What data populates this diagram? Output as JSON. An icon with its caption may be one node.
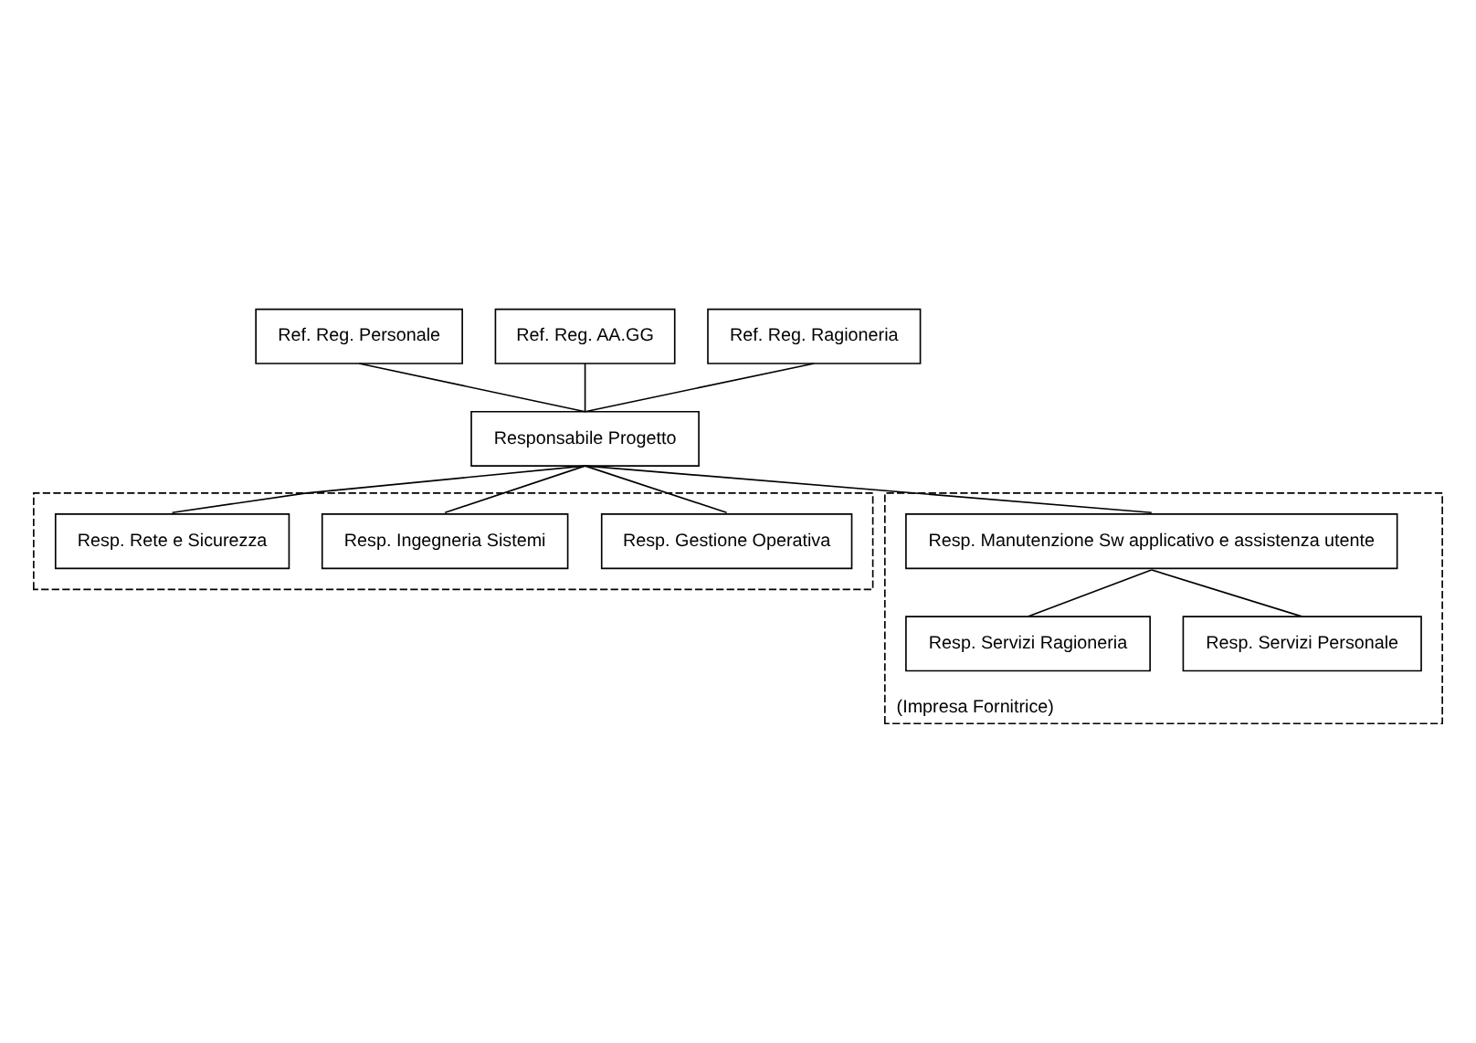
{
  "diagram": {
    "nodes": [
      {
        "text": [
          "Ref. Reg. Personale"
        ]
      },
      {
        "text": [
          "Ref. Reg. AA.GG"
        ]
      },
      {
        "text": [
          "Ref. Reg. Ragioneria"
        ]
      },
      {
        "text": [
          "Responsabile Progetto"
        ]
      },
      {
        "text": [],
        "shape": "box"
      },
      {
        "text": [
          "Resp. Gestione Operativa"
        ],
        "in": 4
      },
      {
        "text": [
          "Resp. Ingegneria Sistemi"
        ],
        "in": 4
      },
      {
        "text": [
          "Resp. Rete e Sicurezza"
        ],
        "in": 4
      },
      {
        "text": [
          "(Impresa Fornitrice)"
        ]
      },
      {
        "text": [
          "Resp. Manutenzione Sw applicativo e assistenza utente"
        ],
        "in": 8
      },
      {
        "text": [
          "Resp. Servizi Ragioneria"
        ],
        "in": 8
      },
      {
        "text": [
          "Resp. Servizi Personale"
        ],
        "in": 8
      }
    ],
    "edges": [
      {
        "from": 0,
        "to": 3,
        "arrow": "none"
      },
      {
        "from": 1,
        "to": 3,
        "arrow": "none"
      },
      {
        "from": 2,
        "to": 3,
        "arrow": "none"
      },
      {
        "from": 3,
        "to": 5,
        "arrow": "none"
      },
      {
        "from": 3,
        "to": 6,
        "arrow": "none"
      },
      {
        "from": 3,
        "to": 7,
        "arrow": "none"
      },
      {
        "from": 3,
        "to": 9,
        "arrow": "none"
      },
      {
        "from": 9,
        "to": 10,
        "arrow": "none"
      },
      {
        "from": 9,
        "to": 11,
        "arrow": "none"
      }
    ]
  }
}
